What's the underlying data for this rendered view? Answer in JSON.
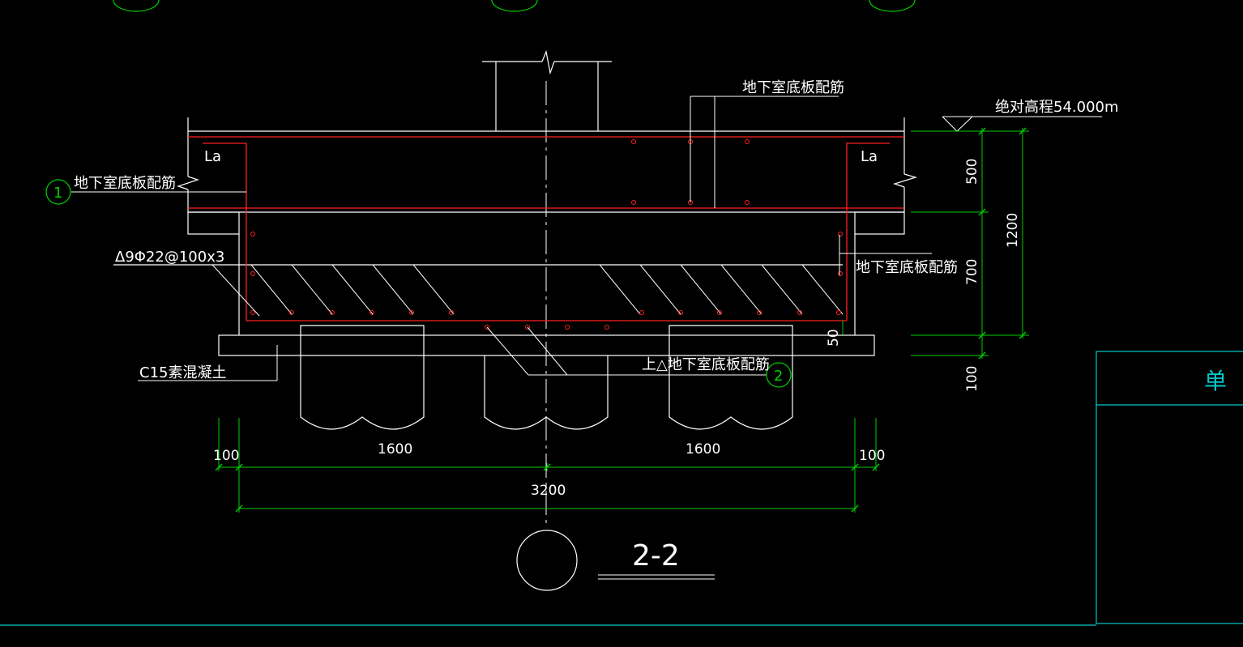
{
  "drawing": {
    "section_title": "2-2",
    "elevation_label": "绝对高程54.000m",
    "la_label": "La",
    "callouts": {
      "c1_number": "1",
      "c2_number": "2",
      "top_rebar": "地下室底板配筋",
      "left_rebar": "地下室底板配筋",
      "right_rebar": "地下室底板配筋",
      "bottom_rebar": "上△地下室底板配筋",
      "stirrup": "Δ9Φ22@100x3",
      "concrete": "C15素混凝土"
    },
    "dimensions": {
      "right_500": "500",
      "right_700": "700",
      "right_1200": "1200",
      "right_100": "100",
      "right_50": "50",
      "bottom_left_100": "100",
      "bottom_left_1600": "1600",
      "bottom_right_1600": "1600",
      "bottom_right_100": "100",
      "bottom_total": "3200"
    },
    "side_panel": {
      "title_char": "单"
    }
  }
}
